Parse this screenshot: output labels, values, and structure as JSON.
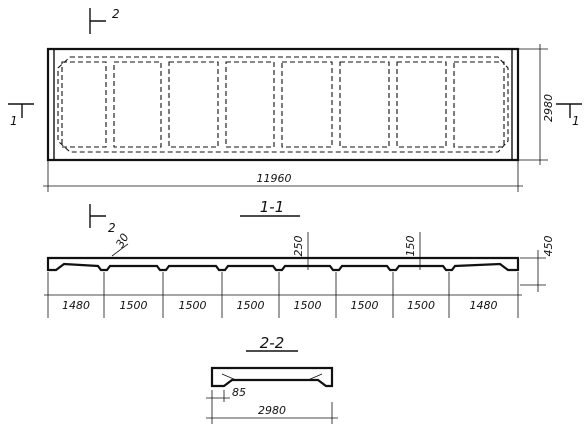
{
  "plan": {
    "length": "11960",
    "width": "2980",
    "section_marker_left": "1",
    "section_marker_right": "1",
    "section_marker_top": "2"
  },
  "section_1": {
    "caption": "1-1",
    "marker": "2",
    "rib_label": "30",
    "dim_250": "250",
    "dim_150": "150",
    "height": "450",
    "spans": [
      "1480",
      "1500",
      "1500",
      "1500",
      "1500",
      "1500",
      "1500",
      "1480"
    ]
  },
  "section_2": {
    "caption": "2-2",
    "dim_85": "85",
    "width": "2980"
  }
}
